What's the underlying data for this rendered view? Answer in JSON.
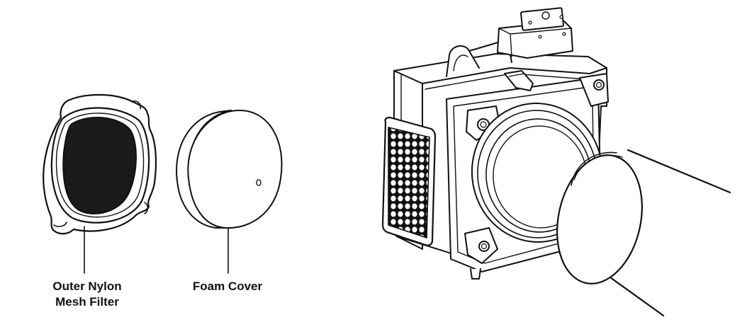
{
  "labels": {
    "mesh_filter": [
      "Outer Nylon",
      "Mesh Filter"
    ],
    "foam_cover": "Foam Cover"
  },
  "colors": {
    "line": "#111111",
    "fill_dark": "#1a1a1a",
    "background": "#ffffff"
  }
}
